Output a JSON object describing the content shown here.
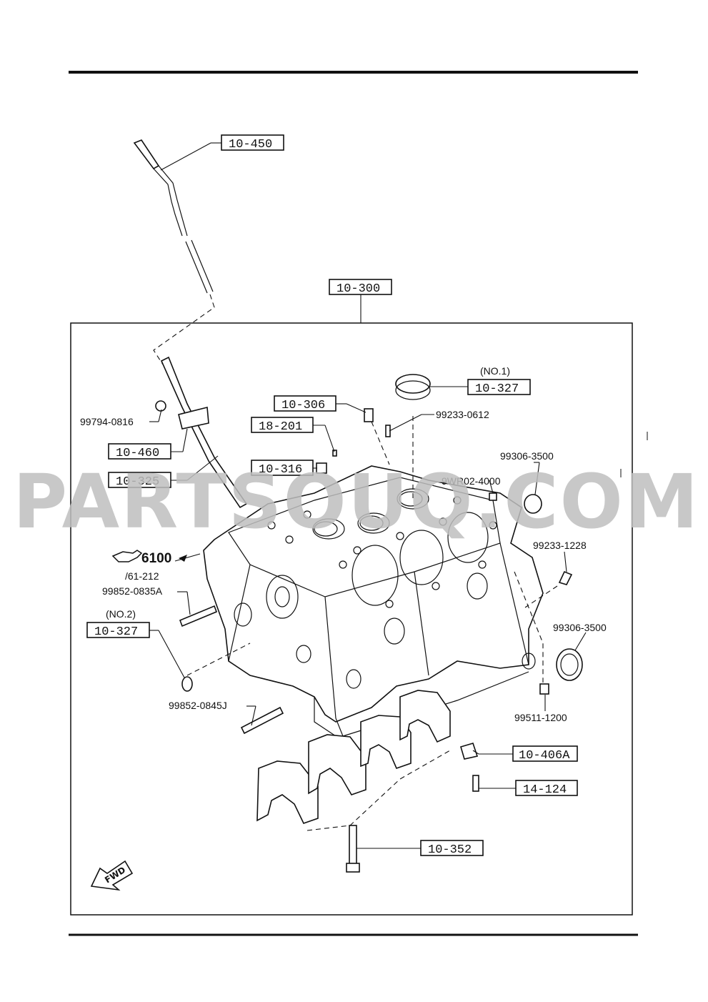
{
  "watermark": "PARTSOUQ.COM",
  "fwd_label": "FWD",
  "reference": {
    "icon": "hand-pointer-icon",
    "number": "6100",
    "sub": "/61-212"
  },
  "boxed_parts": {
    "p10_450": "10-450",
    "p10_300": "10-300",
    "p10_327_no1": "10-327",
    "p10_306": "10-306",
    "p18_201": "18-201",
    "p10_316": "10-316",
    "p10_460": "10-460",
    "p10_325": "10-325",
    "p10_327_no2": "10-327",
    "p10_406a": "10-406A",
    "p14_124": "14-124",
    "p10_352": "10-352"
  },
  "notes": {
    "no1": "(NO.1)",
    "no2": "(NO.2)"
  },
  "plain_parts": {
    "p99794_0816": "99794-0816",
    "p99233_0612": "99233-0612",
    "p99306_3500_a": "99306-3500",
    "p9wr02_4000": "9WR02-4000",
    "p99233_1228": "99233-1228",
    "p99852_0835a": "99852-0835A",
    "p99306_3500_b": "99306-3500",
    "p99852_0845j": "99852-0845J",
    "p99511_1200": "99511-1200"
  }
}
